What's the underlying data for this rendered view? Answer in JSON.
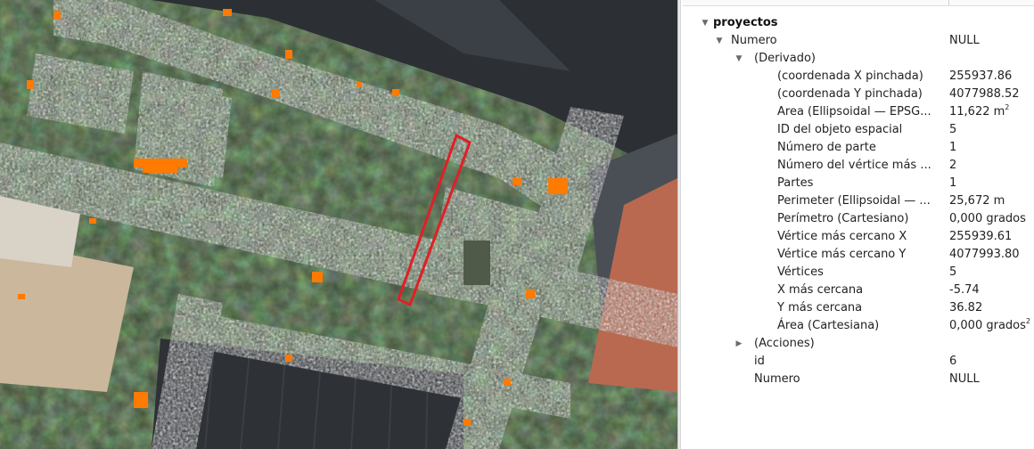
{
  "identify_results": {
    "layer_name": "proyectos",
    "feature": {
      "field": "Numero",
      "value": "NULL"
    },
    "derived": {
      "label": "(Derivado)",
      "items": [
        {
          "label": "(coordenada X pinchada)",
          "value": "255937.86"
        },
        {
          "label": "(coordenada Y pinchada)",
          "value": "4077988.52"
        },
        {
          "label": "Area (Ellipsoidal — EPSG...",
          "value": "11,622 m",
          "sup": "2"
        },
        {
          "label": "ID del objeto espacial",
          "value": "5"
        },
        {
          "label": "Número de parte",
          "value": "1"
        },
        {
          "label": "Número del vértice más ...",
          "value": "2"
        },
        {
          "label": "Partes",
          "value": "1"
        },
        {
          "label": "Perimeter (Ellipsoidal — ...",
          "value": "25,672 m"
        },
        {
          "label": "Perímetro (Cartesiano)",
          "value": "0,000 grados"
        },
        {
          "label": "Vértice más cercano X",
          "value": "255939.61"
        },
        {
          "label": "Vértice más cercano Y",
          "value": "4077993.80"
        },
        {
          "label": "Vértices",
          "value": "5"
        },
        {
          "label": "X más cercana",
          "value": "-5.74"
        },
        {
          "label": "Y más cercana",
          "value": "36.82"
        },
        {
          "label": "Área (Cartesiana)",
          "value": "0,000 grados",
          "sup": "2"
        }
      ]
    },
    "actions": {
      "label": "(Acciones)"
    },
    "attributes": [
      {
        "label": "id",
        "value": "6"
      },
      {
        "label": "Numero",
        "value": "NULL"
      }
    ]
  },
  "icons": {
    "expanded": "triangle-down-icon",
    "collapsed": "triangle-right-icon"
  },
  "colors": {
    "selection_outline": "#e01f26",
    "hotspot": "#ff7a00",
    "panel_text": "#222222"
  }
}
